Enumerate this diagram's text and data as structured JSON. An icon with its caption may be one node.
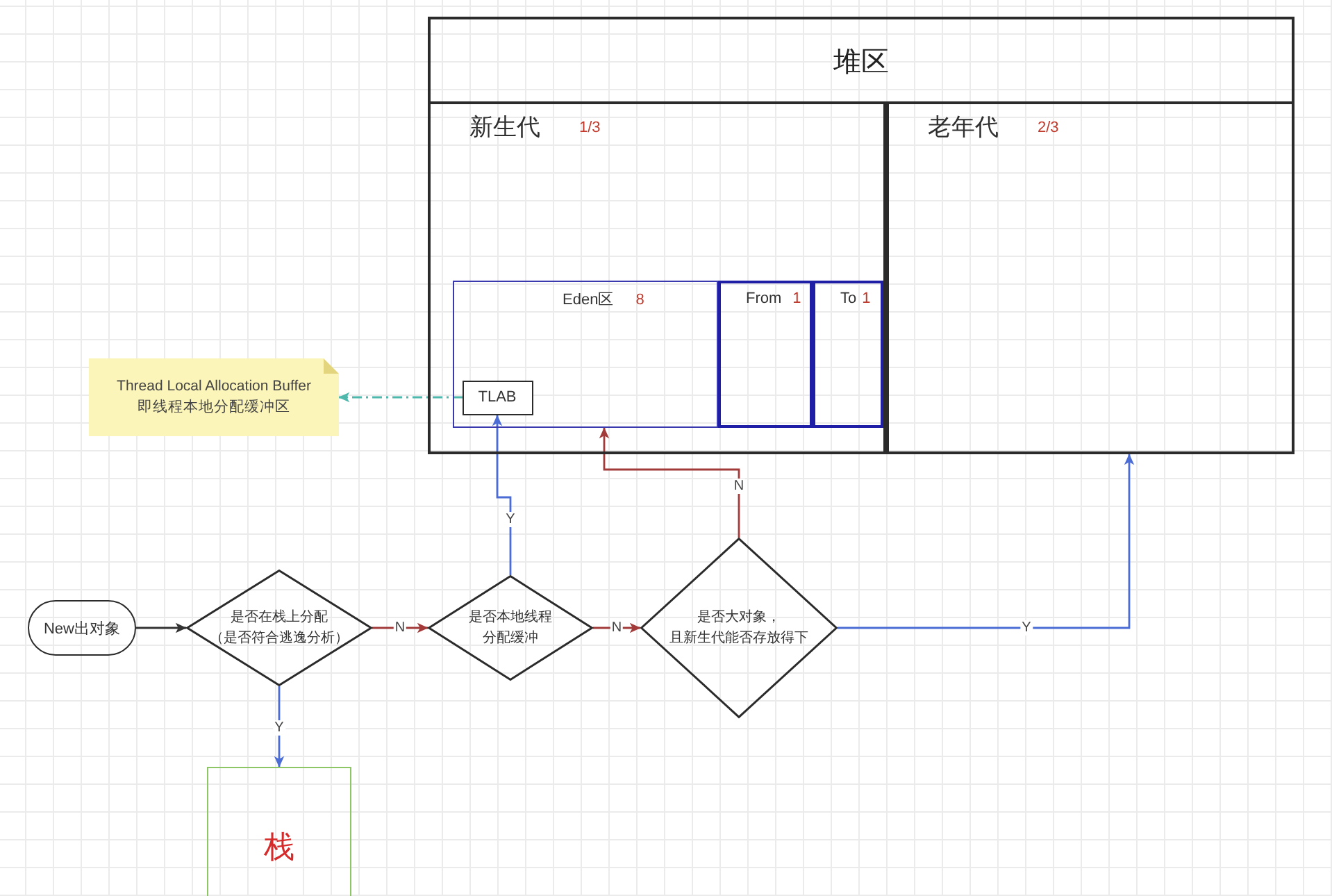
{
  "diagram": {
    "nodes": [
      {
        "text": [
          "堆区"
        ]
      },
      {
        "text": [
          "新生代",
          "1/3"
        ],
        "in": 0
      },
      {
        "text": [
          "Eden区",
          "8"
        ],
        "in": 1
      },
      {
        "text": [
          "TLAB"
        ],
        "in": 2
      },
      {
        "text": [
          "From",
          "1"
        ],
        "in": 1
      },
      {
        "text": [
          "To",
          "1"
        ],
        "in": 1
      },
      {
        "text": [
          "老年代",
          "2/3"
        ],
        "in": 0
      },
      {
        "text": [
          "Thread Local Allocation Buffer 即线程本地分配缓冲区"
        ]
      },
      {
        "text": [
          "New出对象"
        ]
      },
      {
        "text": [
          "是否在栈上分配（是否符合逃逸分析）"
        ]
      },
      {
        "text": [
          "是否本地线程分配缓冲"
        ]
      },
      {
        "text": [
          "是否大对象，且新生代能否存放得下"
        ]
      },
      {
        "text": [
          "栈"
        ]
      }
    ],
    "edges": [
      {
        "from": 8,
        "to": 9,
        "arrow": "to",
        "color": "#333333"
      },
      {
        "from": 9,
        "to": 10,
        "arrow": "to",
        "label": "N",
        "color": "#a33a3a"
      },
      {
        "from": 9,
        "to": 12,
        "arrow": "to",
        "label": "Y",
        "color": "#4a6cd4"
      },
      {
        "from": 10,
        "to": 3,
        "arrow": "to",
        "label": "Y",
        "color": "#4a6cd4"
      },
      {
        "from": 10,
        "to": 11,
        "arrow": "to",
        "label": "N",
        "color": "#a33a3a"
      },
      {
        "from": 11,
        "to": 2,
        "arrow": "to",
        "label": "N",
        "color": "#a33a3a"
      },
      {
        "from": 11,
        "to": 6,
        "arrow": "to",
        "label": "Y",
        "color": "#4a6cd4"
      },
      {
        "from": 3,
        "to": 7,
        "arrow": "to",
        "style": "dashed",
        "color": "#4fb8ad"
      }
    ]
  }
}
